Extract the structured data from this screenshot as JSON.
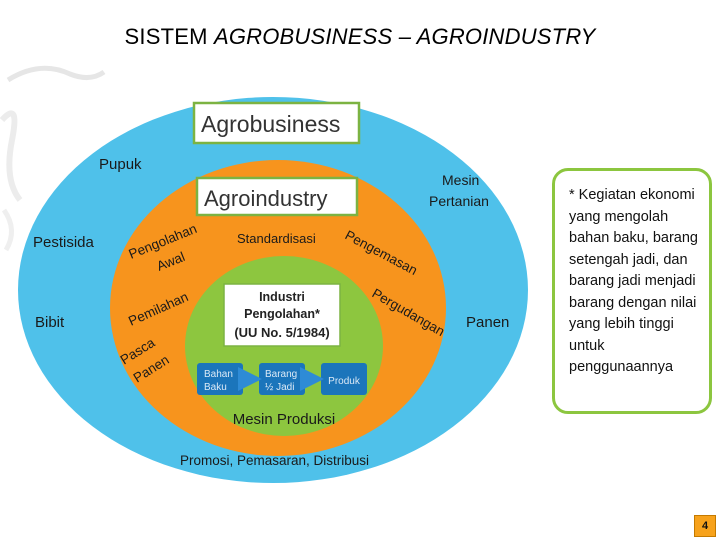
{
  "slide": {
    "title_part1": "SISTEM ",
    "title_part2": "AGROBUSINESS – AGROINDUSTRY",
    "page_number": "4"
  },
  "diagram": {
    "outer_box_label": "Agrobusiness",
    "middle_box_label": "Agroindustry",
    "outer_labels": {
      "pupuk": "Pupuk",
      "pestisida": "Pestisida",
      "bibit": "Bibit",
      "mesin_pertanian_1": "Mesin",
      "mesin_pertanian_2": "Pertanian",
      "panen": "Panen",
      "promosi": "Promosi, Pemasaran, Distribusi"
    },
    "middle_labels": {
      "standardisasi": "Standardisasi",
      "pengolahan_awal_1": "Pengolahan",
      "pengolahan_awal_2": "Awal",
      "pemilahan": "Pemilahan",
      "pasca_panen_1": "Pasca",
      "pasca_panen_2": "Panen",
      "pengemasan": "Pengemasan",
      "pergudangan": "Pergudangan"
    },
    "inner_box": {
      "line1": "Industri",
      "line2": "Pengolahan*",
      "line3": "(UU No. 5/1984)"
    },
    "process": [
      {
        "line1": "Bahan",
        "line2": "Baku"
      },
      {
        "line1": "Barang",
        "line2": "½ Jadi"
      },
      {
        "line1": "Produk",
        "line2": ""
      }
    ],
    "inner_bottom_label": "Mesin Produksi"
  },
  "callout": {
    "text": "* Kegiatan ekonomi yang mengolah bahan baku, barang setengah jadi, dan barang jadi menjadi barang dengan nilai yang lebih tinggi untuk penggunaannya"
  },
  "colors": {
    "outer_ellipse": "#4fc1ea",
    "middle_ellipse": "#f7941d",
    "inner_circle": "#8dc63f",
    "box_border": "#7cb342",
    "process_box": "#1b75bb",
    "callout_border": "#8cc63f",
    "page_badge": "#f7a21b"
  }
}
